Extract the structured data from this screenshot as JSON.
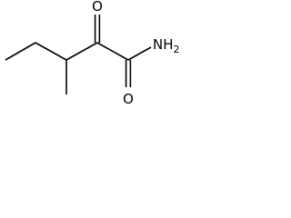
{
  "molecule": {
    "atoms": {
      "oxygen_ketone": "O",
      "oxygen_amide": "O",
      "amine_n": "N",
      "amine_h": "H",
      "amine_subscript": "2"
    }
  }
}
